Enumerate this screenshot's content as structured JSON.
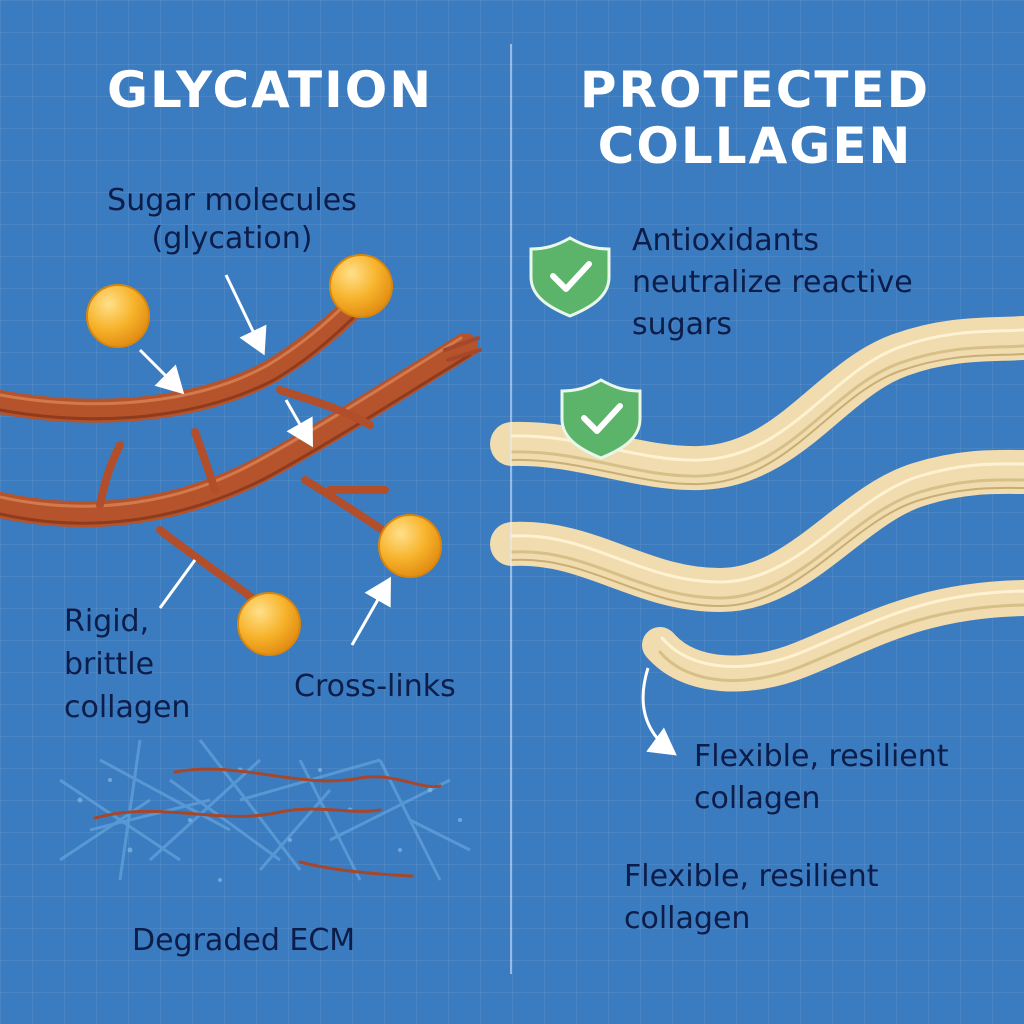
{
  "left_panel": {
    "title": "GLYCATION",
    "label_sugar": "Sugar molecules\n(glycation)",
    "label_rigid": "Rigid,\nbrittle\ncollagen",
    "label_crosslinks": "Cross-links",
    "label_ecm": "Degraded ECM"
  },
  "right_panel": {
    "title": "PROTECTED\nCOLLAGEN",
    "label_antioxidants": "Antioxidants\nneutralize reactive\nsugars",
    "label_flexible_1": "Flexible, resilient\ncollagen",
    "label_flexible_2": "Flexible, resilient\ncollagen"
  },
  "colors": {
    "background": "#3b7bc0",
    "glycated_collagen": "#b5532c",
    "sugar": "#f7b32b",
    "healthy_collagen": "#f0dcae",
    "shield": "#5cb36a",
    "label_text": "#0c1d4a"
  }
}
